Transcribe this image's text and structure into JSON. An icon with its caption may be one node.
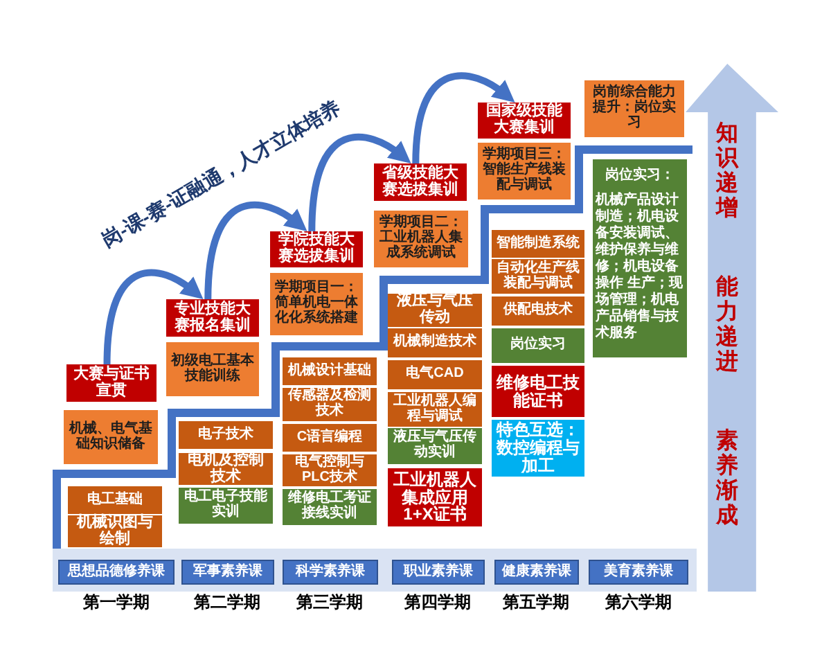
{
  "diagram": {
    "title": "岗-课-赛-证融通，人才立体培养",
    "nodes": [
      {
        "text": [
          "大赛与证书宣贯"
        ]
      },
      {
        "text": [
          "机械、电气基础知识储备"
        ]
      },
      {
        "text": [
          "电工基础"
        ]
      },
      {
        "text": [
          "机械识图与绘制"
        ]
      },
      {
        "text": [
          "专业技能大赛报名集训"
        ]
      },
      {
        "text": [
          "初级电工基本技能训练"
        ]
      },
      {
        "text": [
          "电子技术"
        ]
      },
      {
        "text": [
          "电机及控制技术"
        ]
      },
      {
        "text": [
          "电工电子技能实训"
        ]
      },
      {
        "text": [
          "学院技能大赛选拔集训"
        ]
      },
      {
        "text": [
          "学期项目一：简单机电一体化化系统搭建"
        ]
      },
      {
        "text": [
          "机械设计基础"
        ]
      },
      {
        "text": [
          "传感器及检测技术"
        ]
      },
      {
        "text": [
          "C语言编程"
        ]
      },
      {
        "text": [
          "电气控制与PLC技术"
        ]
      },
      {
        "text": [
          "维修电工考证接线实训"
        ]
      },
      {
        "text": [
          "省级技能大赛选拔集训"
        ]
      },
      {
        "text": [
          "学期项目二：工业机器人集成系统调试"
        ]
      },
      {
        "text": [
          "液压与气压传动"
        ]
      },
      {
        "text": [
          "机械制造技术"
        ]
      },
      {
        "text": [
          "电气CAD"
        ]
      },
      {
        "text": [
          "工业机器人编程与调试"
        ]
      },
      {
        "text": [
          "液压与气压传动实训"
        ]
      },
      {
        "text": [
          "工业机器人集成应用1+X证书"
        ]
      },
      {
        "text": [
          "国家级技能大赛集训"
        ]
      },
      {
        "text": [
          "学期项目三：智能生产线装配与调试"
        ]
      },
      {
        "text": [
          "智能制造系统"
        ]
      },
      {
        "text": [
          "自动化生产线装配与调试"
        ]
      },
      {
        "text": [
          "供配电技术"
        ]
      },
      {
        "text": [
          "岗位实习"
        ]
      },
      {
        "text": [
          "维修电工技能证书"
        ]
      },
      {
        "text": [
          "特色互选：数控编程与加工"
        ]
      },
      {
        "text": [
          "岗前综合能力提升：岗位实习"
        ]
      },
      {
        "text": [
          "岗位实习：",
          "机械产品设计制造；机电设备安装调试、维护保养与维修；机电设备操作 生产；现场管理；机电产品销售与技术服务"
        ]
      },
      {
        "text": [],
        "shape": "bar"
      },
      {
        "text": [
          "思想品德修养课"
        ],
        "in": 34
      },
      {
        "text": [
          "军事素养课"
        ],
        "in": 34
      },
      {
        "text": [
          "科学素养课"
        ],
        "in": 34
      },
      {
        "text": [
          "职业素养课"
        ],
        "in": 34
      },
      {
        "text": [
          "健康素养课"
        ],
        "in": 34
      },
      {
        "text": [
          "美育素养课"
        ],
        "in": 34
      },
      {
        "text": [
          "知识递增",
          "能力递进",
          "素养渐成"
        ]
      }
    ],
    "edges": [
      {
        "from": 0,
        "to": 4,
        "arrow": "to"
      },
      {
        "from": 4,
        "to": 9,
        "arrow": "to"
      },
      {
        "from": 9,
        "to": 16,
        "arrow": "to"
      },
      {
        "from": 16,
        "to": 24,
        "arrow": "to"
      }
    ],
    "labels": [
      "第一学期",
      "第二学期",
      "第三学期",
      "第四学期",
      "第五学期",
      "第六学期"
    ]
  }
}
